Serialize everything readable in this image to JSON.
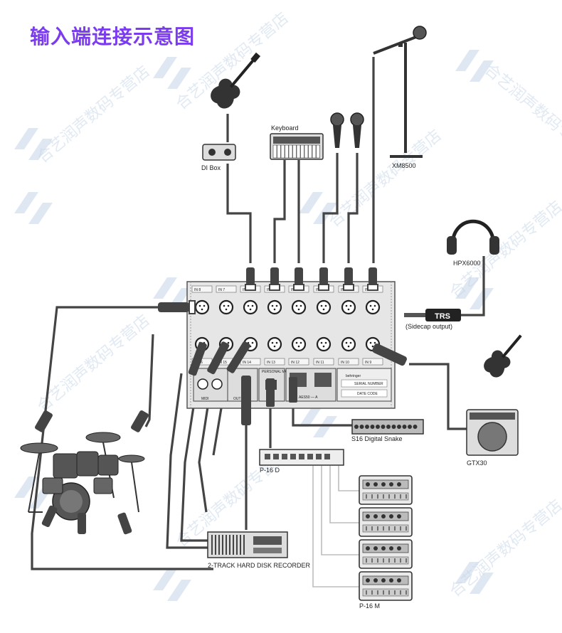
{
  "title": "输入端连接示意图",
  "title_color": "#7b3cf0",
  "devices": {
    "di_box": "DI Box",
    "keyboard": "Keyboard",
    "mic_stand": "XM8500",
    "headphones": "HPX6000",
    "trs_plug": "TRS",
    "sidecap": "(Sidecap output)",
    "amp": "GTX30",
    "snake": "S16 Digital Snake",
    "distributor": "P-16 D",
    "recorder": "2-TRACK HARD DISK RECORDER",
    "mixer": "P-16 M"
  },
  "stagebox": {
    "brand": "behringer",
    "serial": "SERIAL NUMBER",
    "date": "DATE CODE",
    "personal": "PERSONAL MONITORING",
    "aes": "AES50 — A",
    "midi": "MIDI",
    "out": "OUT",
    "top_row": [
      "IN 8",
      "IN 7",
      "IN 6",
      "IN 5",
      "IN 4",
      "IN 3",
      "IN 2",
      "IN 1"
    ],
    "bottom_row": [
      "IN 16",
      "IN 15",
      "IN 14",
      "IN 13",
      "IN 12",
      "IN 11",
      "IN 10",
      "IN 9"
    ]
  },
  "watermark": {
    "text": "合艺润声数码专营店"
  },
  "icons": [
    "guitar-icon",
    "di-box-icon",
    "keyboard-icon",
    "microphone-icon",
    "headphones-icon",
    "drum-kit-icon",
    "amplifier-icon"
  ]
}
